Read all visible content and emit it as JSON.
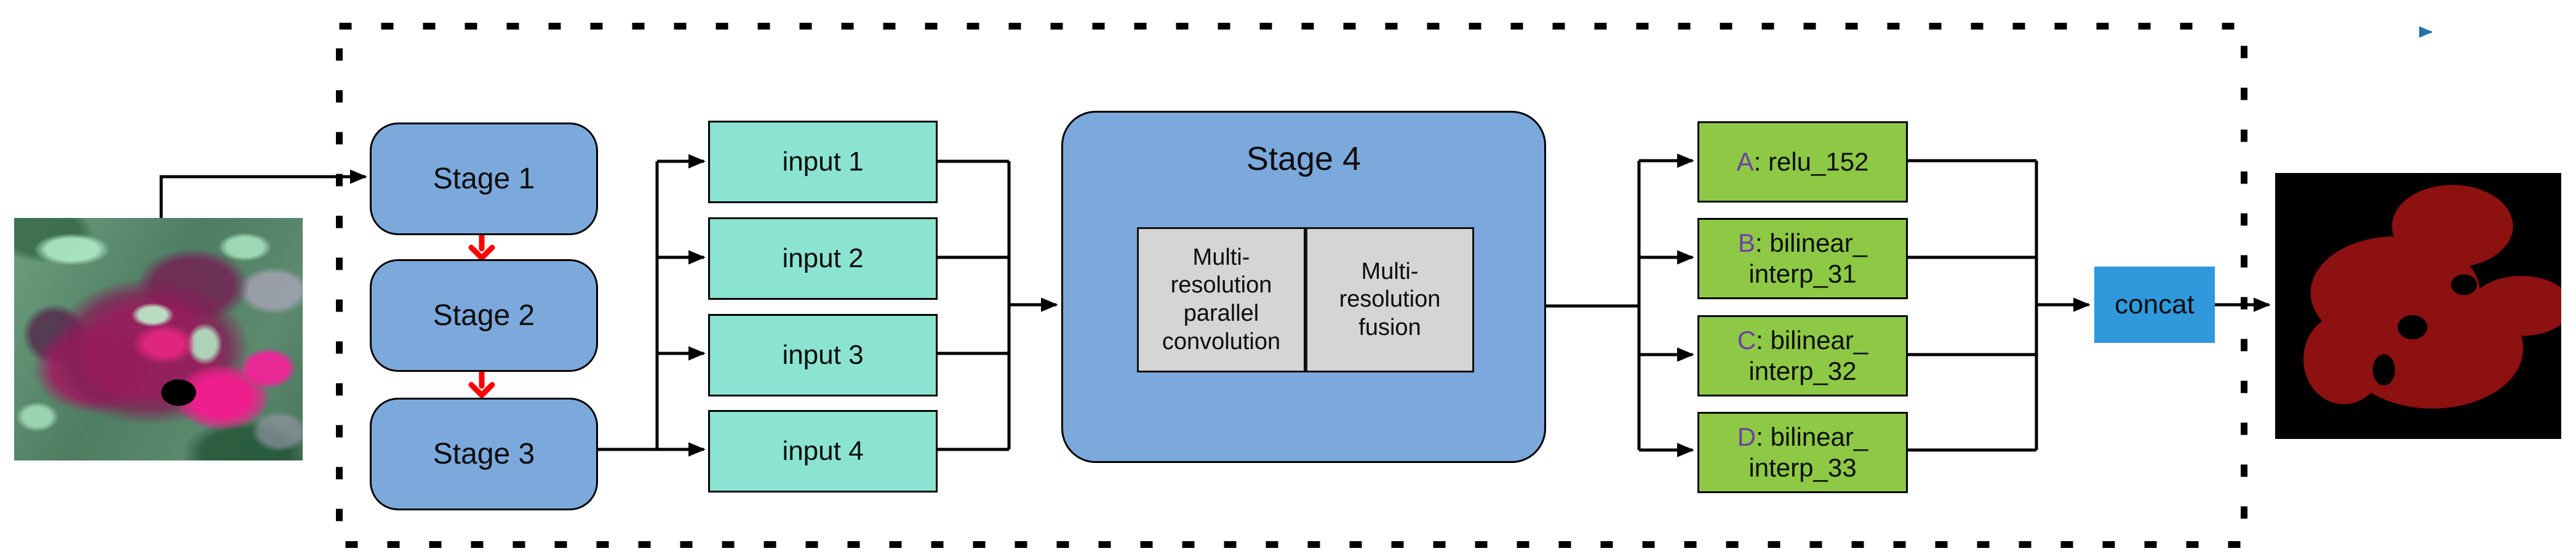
{
  "figure": {
    "stages": [
      {
        "label": "Stage 1"
      },
      {
        "label": "Stage 2"
      },
      {
        "label": "Stage 3"
      }
    ],
    "stage4": {
      "title": "Stage 4",
      "blocks": [
        {
          "line1": "Multi-",
          "line2": "resolution",
          "line3": "parallel",
          "line4": "convolution"
        },
        {
          "line1": "Multi-",
          "line2": "resolution",
          "line3": "fusion",
          "line4": ""
        }
      ]
    },
    "inputs": [
      {
        "label": "input 1"
      },
      {
        "label": "input 2"
      },
      {
        "label": "input 3"
      },
      {
        "label": "input 4"
      }
    ],
    "outputs": [
      {
        "letter": "A",
        "sep": ": ",
        "line1": "relu_152",
        "line2": ""
      },
      {
        "letter": "B",
        "sep": ": ",
        "line1": "bilinear_",
        "line2": "interp_31"
      },
      {
        "letter": "C",
        "sep": ": ",
        "line1": "bilinear_",
        "line2": "interp_32"
      },
      {
        "letter": "D",
        "sep": ": ",
        "line1": "bilinear_",
        "line2": "interp_33"
      }
    ],
    "concat_label": "concat"
  },
  "images": {
    "input_image": "false-color satellite scene",
    "output_image": "binary burn-area mask"
  },
  "icons": {
    "down_arrow_red": "red down arrow between stages",
    "flow_arrow_black": "black flow arrowhead",
    "corner_arrow_blue": "small blue right arrow"
  },
  "colors": {
    "stage_fill": "#7CA9DC",
    "input_fill": "#8BE4D1",
    "output_fill": "#8dc945",
    "concat_fill": "#2F99DB",
    "block_fill": "#d5d5d5",
    "letter_purple": "#6f3fa5",
    "stage_arrow_red": "#fe0000",
    "mask_red": "#8e1111",
    "corner_arrow_blue": "#2473a8",
    "border_black": "#000000"
  }
}
